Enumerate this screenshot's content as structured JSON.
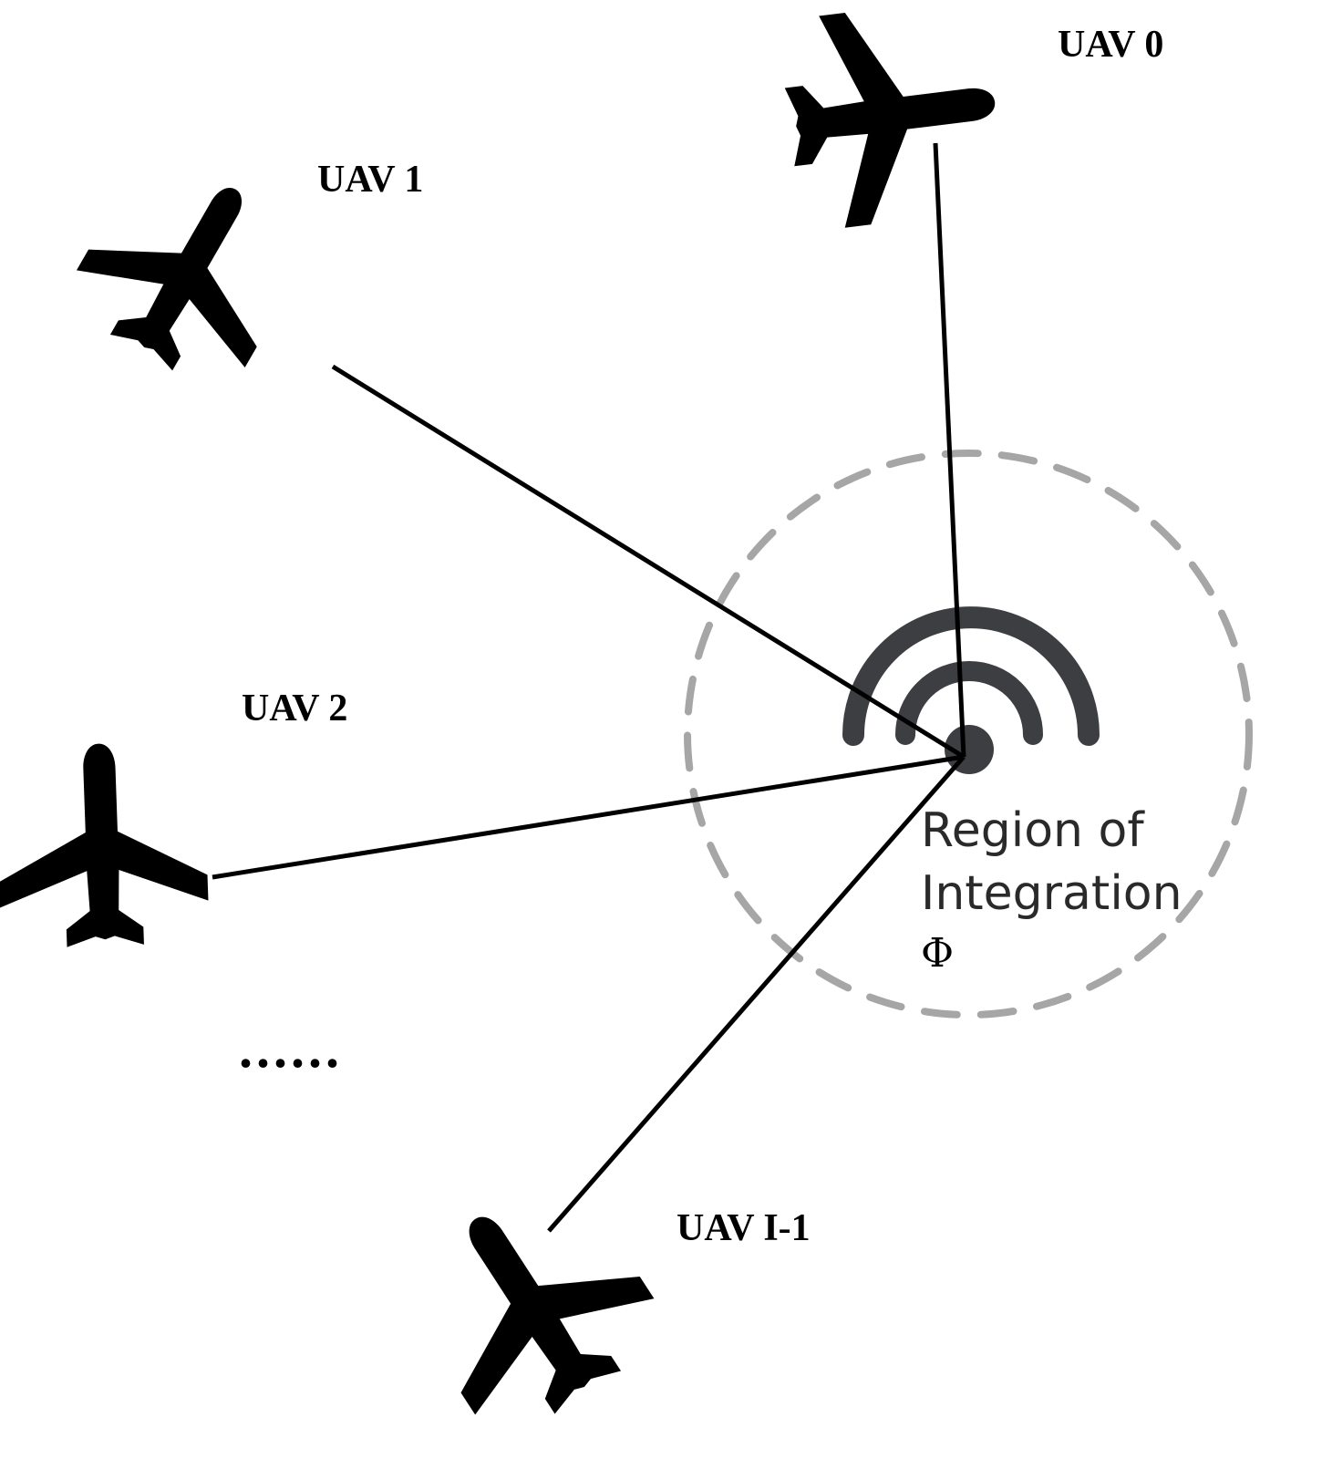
{
  "diagram": {
    "uavs": [
      {
        "id": "uav0",
        "label": "UAV 0"
      },
      {
        "id": "uav1",
        "label": "UAV 1"
      },
      {
        "id": "uav2",
        "label": "UAV 2"
      },
      {
        "id": "uavI1",
        "label": "UAV I-1"
      }
    ],
    "ellipsis": "......",
    "region": {
      "line1": "Region of",
      "line2": "Integration",
      "symbol": "Φ"
    },
    "colors": {
      "airplane": "#000000",
      "link_line": "#000000",
      "region_boundary": "#a6a6a6",
      "signal_icon": "#3d3e42"
    },
    "icons": {
      "aircraft": "airplane-icon",
      "ground_station": "wireless-signal-icon"
    }
  }
}
